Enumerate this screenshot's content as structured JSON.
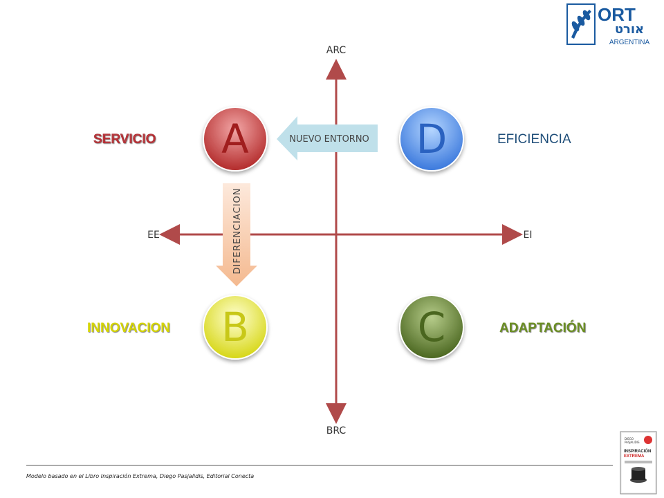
{
  "axes": {
    "top": "ARC",
    "bottom": "BRC",
    "left": "EE",
    "right": "EI"
  },
  "circles": [
    {
      "letter": "A",
      "color_top": "#e88a8a",
      "color_bottom": "#b22a2a"
    },
    {
      "letter": "D",
      "color_top": "#9ac4ff",
      "color_bottom": "#3f7fe0"
    },
    {
      "letter": "B",
      "color_top": "#ffffb0",
      "color_bottom": "#d8d81a"
    },
    {
      "letter": "C",
      "color_top": "#a8c07a",
      "color_bottom": "#4d6a22"
    }
  ],
  "quadrant_labels": {
    "servicio": {
      "text": "SERVICIO",
      "color": "#c0272d"
    },
    "eficiencia": {
      "text": "EFICIENCIA",
      "color": "#1f4e79"
    },
    "innovacion": {
      "text": "INNOVACION",
      "color": "#d4d400"
    },
    "adaptacion": {
      "text": "ADAPTACIÓN",
      "color": "#6b8e23"
    }
  },
  "arrows": {
    "nuevo_entorno": "NUEVO ENTORNO",
    "diferenciacion": "DIFERENCIACION"
  },
  "logo": {
    "brand": "ORT",
    "hebrew": "אורט",
    "country": "ARGENTINA",
    "color": "#1a5aa0"
  },
  "book": {
    "line1": "DIEGO",
    "line2": "PASJALIDIS",
    "title1": "INSPIRACIÓN",
    "title2": "EXTREMA"
  },
  "footer": "Modelo basado en el Libro Inspiración Extrema, Diego Pasjalidis, Editorial Conecta"
}
